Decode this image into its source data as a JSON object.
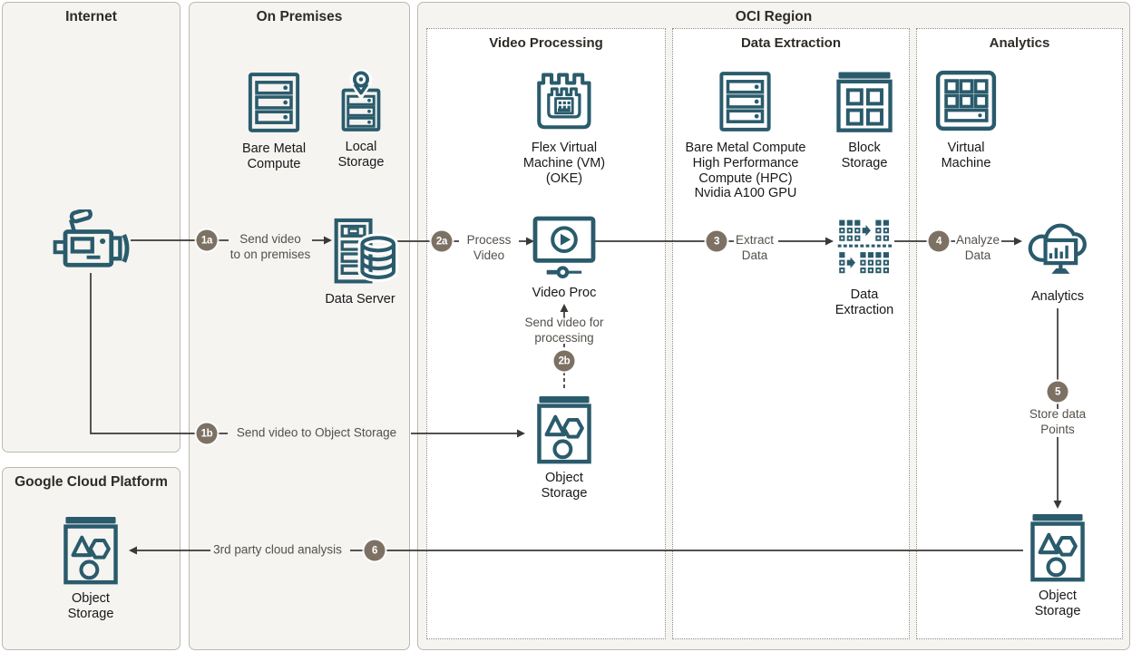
{
  "regions": {
    "internet": {
      "title": "Internet"
    },
    "on_premises": {
      "title": "On Premises"
    },
    "oci": {
      "title": "OCI Region"
    },
    "gcp": {
      "title": "Google Cloud Platform"
    },
    "video_processing": {
      "title": "Video Processing"
    },
    "data_extraction": {
      "title": "Data Extraction"
    },
    "analytics": {
      "title": "Analytics"
    }
  },
  "nodes": {
    "video_camera": {
      "label": "",
      "icon": "video-camera-icon",
      "region": "internet"
    },
    "bare_metal_onprem": {
      "label": "Bare Metal\nCompute",
      "icon": "server-icon",
      "region": "on_premises"
    },
    "local_storage": {
      "label": "Local\nStorage",
      "icon": "local-storage-icon",
      "region": "on_premises"
    },
    "data_server": {
      "label": "Data Server",
      "icon": "data-server-icon",
      "region": "on_premises"
    },
    "flex_vm": {
      "label": "Flex Virtual\nMachine (VM)\n(OKE)",
      "icon": "flex-vm-icon",
      "region": "video_processing"
    },
    "video_proc": {
      "label": "Video Proc",
      "icon": "video-proc-icon",
      "region": "video_processing"
    },
    "object_storage_vp": {
      "label": "Object\nStorage",
      "icon": "object-storage-icon",
      "region": "video_processing"
    },
    "bm_hpc": {
      "label": "Bare Metal Compute\nHigh Performance\nCompute (HPC)\nNvidia A100 GPU",
      "icon": "server-icon",
      "region": "data_extraction"
    },
    "block_storage": {
      "label": "Block\nStorage",
      "icon": "block-storage-icon",
      "region": "data_extraction"
    },
    "data_extraction_node": {
      "label": "Data\nExtraction",
      "icon": "data-extraction-icon",
      "region": "data_extraction"
    },
    "virtual_machine": {
      "label": "Virtual\nMachine",
      "icon": "virtual-machine-icon",
      "region": "analytics"
    },
    "analytics_node": {
      "label": "Analytics",
      "icon": "analytics-cloud-icon",
      "region": "analytics"
    },
    "object_storage_analytics": {
      "label": "Object\nStorage",
      "icon": "object-storage-icon",
      "region": "analytics"
    },
    "object_storage_gcp": {
      "label": "Object\nStorage",
      "icon": "object-storage-icon",
      "region": "gcp"
    }
  },
  "flows": {
    "f1a": {
      "badge": "1a",
      "label": "Send video\nto on premises"
    },
    "f1b": {
      "badge": "1b",
      "label": "Send video to Object Storage"
    },
    "f2a": {
      "badge": "2a",
      "label": "Process\nVideo"
    },
    "f2b": {
      "badge": "2b",
      "label": "Send video for\nprocessing"
    },
    "f3": {
      "badge": "3",
      "label": "Extract\nData"
    },
    "f4": {
      "badge": "4",
      "label": "Analyze\nData"
    },
    "f5": {
      "badge": "5",
      "label": "Store data\nPoints"
    },
    "f6": {
      "badge": "6",
      "label": "3rd party cloud analysis"
    }
  },
  "colors": {
    "icon_teal": "#2a5b6c",
    "badge_taupe": "#7d7164",
    "line_dark": "#3b3835",
    "region_bg": "#f5f4f1"
  }
}
